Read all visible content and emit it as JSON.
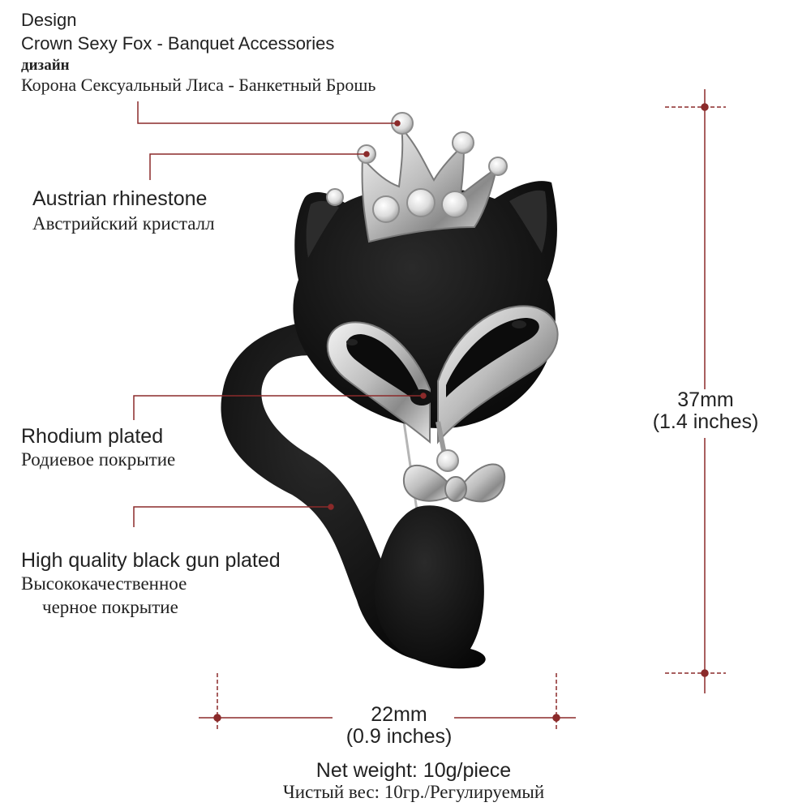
{
  "annotations": {
    "design": {
      "en_line1": "Design",
      "en_line2": "Crown Sexy Fox - Banquet Accessories",
      "ru_line1": "дизайн",
      "ru_line2": "Корона Сексуальный Лиса - Банкетный Брошь"
    },
    "rhinestone": {
      "en": "Austrian rhinestone",
      "ru": "Австрийский кристалл"
    },
    "rhodium": {
      "en": "Rhodium plated",
      "ru": "Родиевое покрытие"
    },
    "gun_plated": {
      "en": "High quality black gun plated",
      "ru_line1": "Высококачественное",
      "ru_line2": "черное  покрытие"
    }
  },
  "dimensions": {
    "height": {
      "value": "37mm",
      "inches": "(1.4  inches)"
    },
    "width": {
      "value": "22mm",
      "inches": "(0.9 inches)"
    }
  },
  "weight": {
    "en": "Net weight: 10g/piece",
    "ru": "Чистый вес: 10гр./Регулируемый"
  },
  "colors": {
    "annotation_line": "#8b2a2a",
    "enamel": "#121212",
    "metal": "#c9c9c9"
  }
}
